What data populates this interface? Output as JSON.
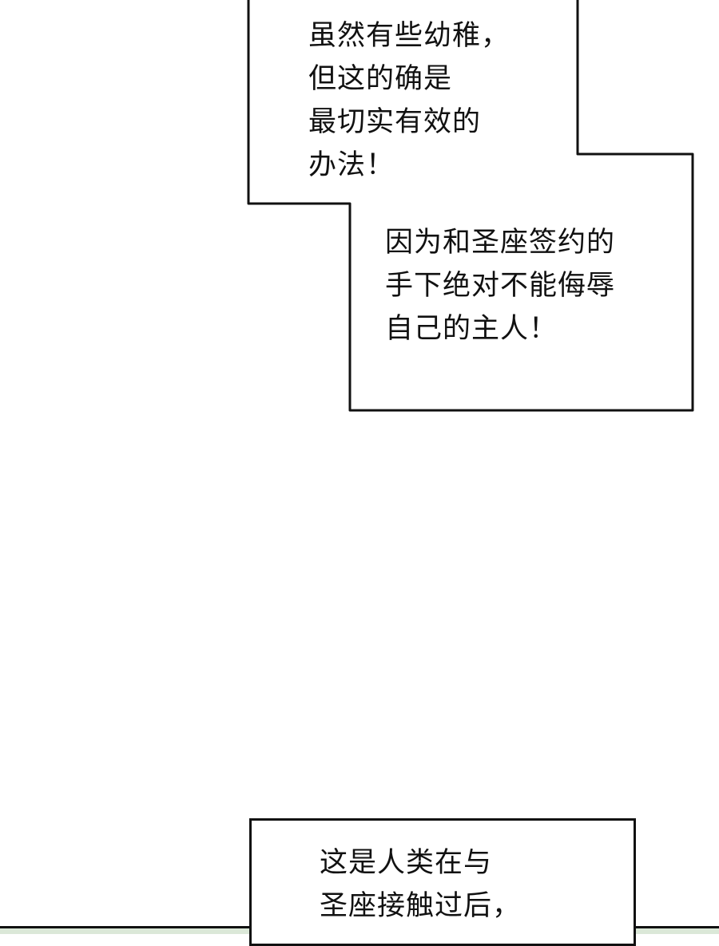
{
  "page": {
    "type": "comic-page",
    "background": "#ffffff",
    "bottom_panel_color": "#dbe8d8"
  },
  "captions": [
    {
      "id": "caption-1",
      "lines": [
        "虽然有些幼稚，",
        "但这的确是",
        "最切实有效的",
        "办法！"
      ]
    },
    {
      "id": "caption-2",
      "lines": [
        "因为和圣座签约的",
        "手下绝对不能侮辱",
        "自己的主人！"
      ]
    },
    {
      "id": "caption-3",
      "lines": [
        "这是人类在与",
        "圣座接触过后，"
      ]
    }
  ],
  "caption_text": {
    "c1": "虽然有些幼稚，\n但这的确是\n最切实有效的\n办法！",
    "c2": "因为和圣座签约的\n手下绝对不能侮辱\n自己的主人！",
    "c3": "这是人类在与\n圣座接触过后，"
  }
}
